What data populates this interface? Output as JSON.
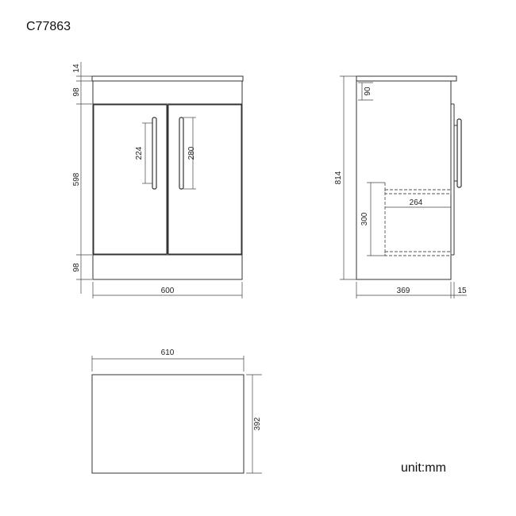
{
  "product_code": "C77863",
  "unit_label": "unit:mm",
  "front_view": {
    "top_thickness": "14",
    "top_rail": "98",
    "door_height": "598",
    "plinth": "98",
    "width": "600",
    "handle_centres": "224",
    "handle_length": "280"
  },
  "side_view": {
    "total_height": "814",
    "top_rail": "90",
    "shelf_depth": "264",
    "shelf_height": "300",
    "depth": "369",
    "door_thickness": "15"
  },
  "top_view": {
    "width": "610",
    "depth": "392"
  }
}
